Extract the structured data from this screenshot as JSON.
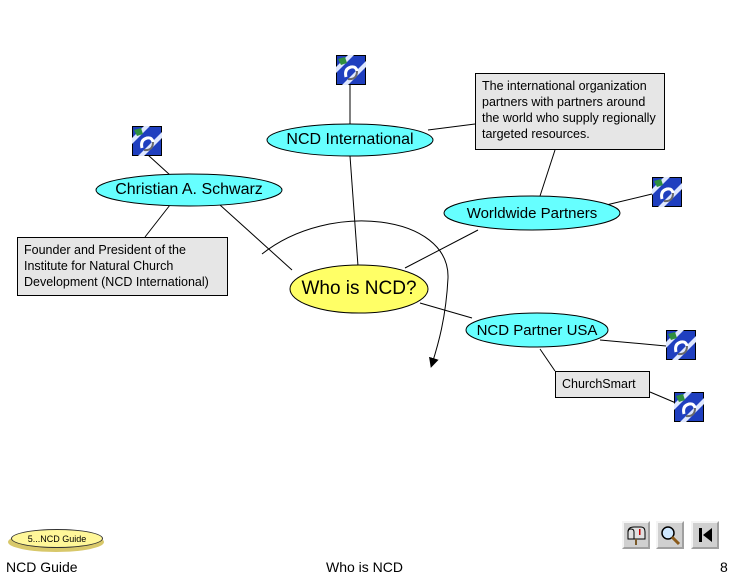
{
  "diagram": {
    "center_node": "Who is NCD?",
    "nodes": {
      "ncd_international": "NCD International",
      "christian_schwarz": "Christian A. Schwarz",
      "worldwide_partners": "Worldwide Partners",
      "ncd_partner_usa": "NCD Partner USA"
    },
    "notes": {
      "international_org": "The international organization partners with partners around the world who supply regionally targeted resources.",
      "founder": "Founder and President of the Institute for Natural Church Development (NCD International)",
      "churchsmart": "ChurchSmart"
    },
    "colors": {
      "node_fill": "#66ffff",
      "center_fill": "#ffff66",
      "note_fill": "#e6e6e6",
      "link_icon_blue": "#1f3fbf",
      "link_icon_green": "#2f8f3f"
    },
    "icons": [
      "link-icon",
      "link-icon",
      "link-icon",
      "link-icon",
      "link-icon"
    ]
  },
  "footer": {
    "left": "NCD Guide",
    "center": "Who is NCD",
    "page_number": "8",
    "badge": "5...NCD Guide"
  },
  "nav": {
    "icons": [
      "mailbox-icon",
      "search-icon",
      "first-page-icon"
    ]
  }
}
